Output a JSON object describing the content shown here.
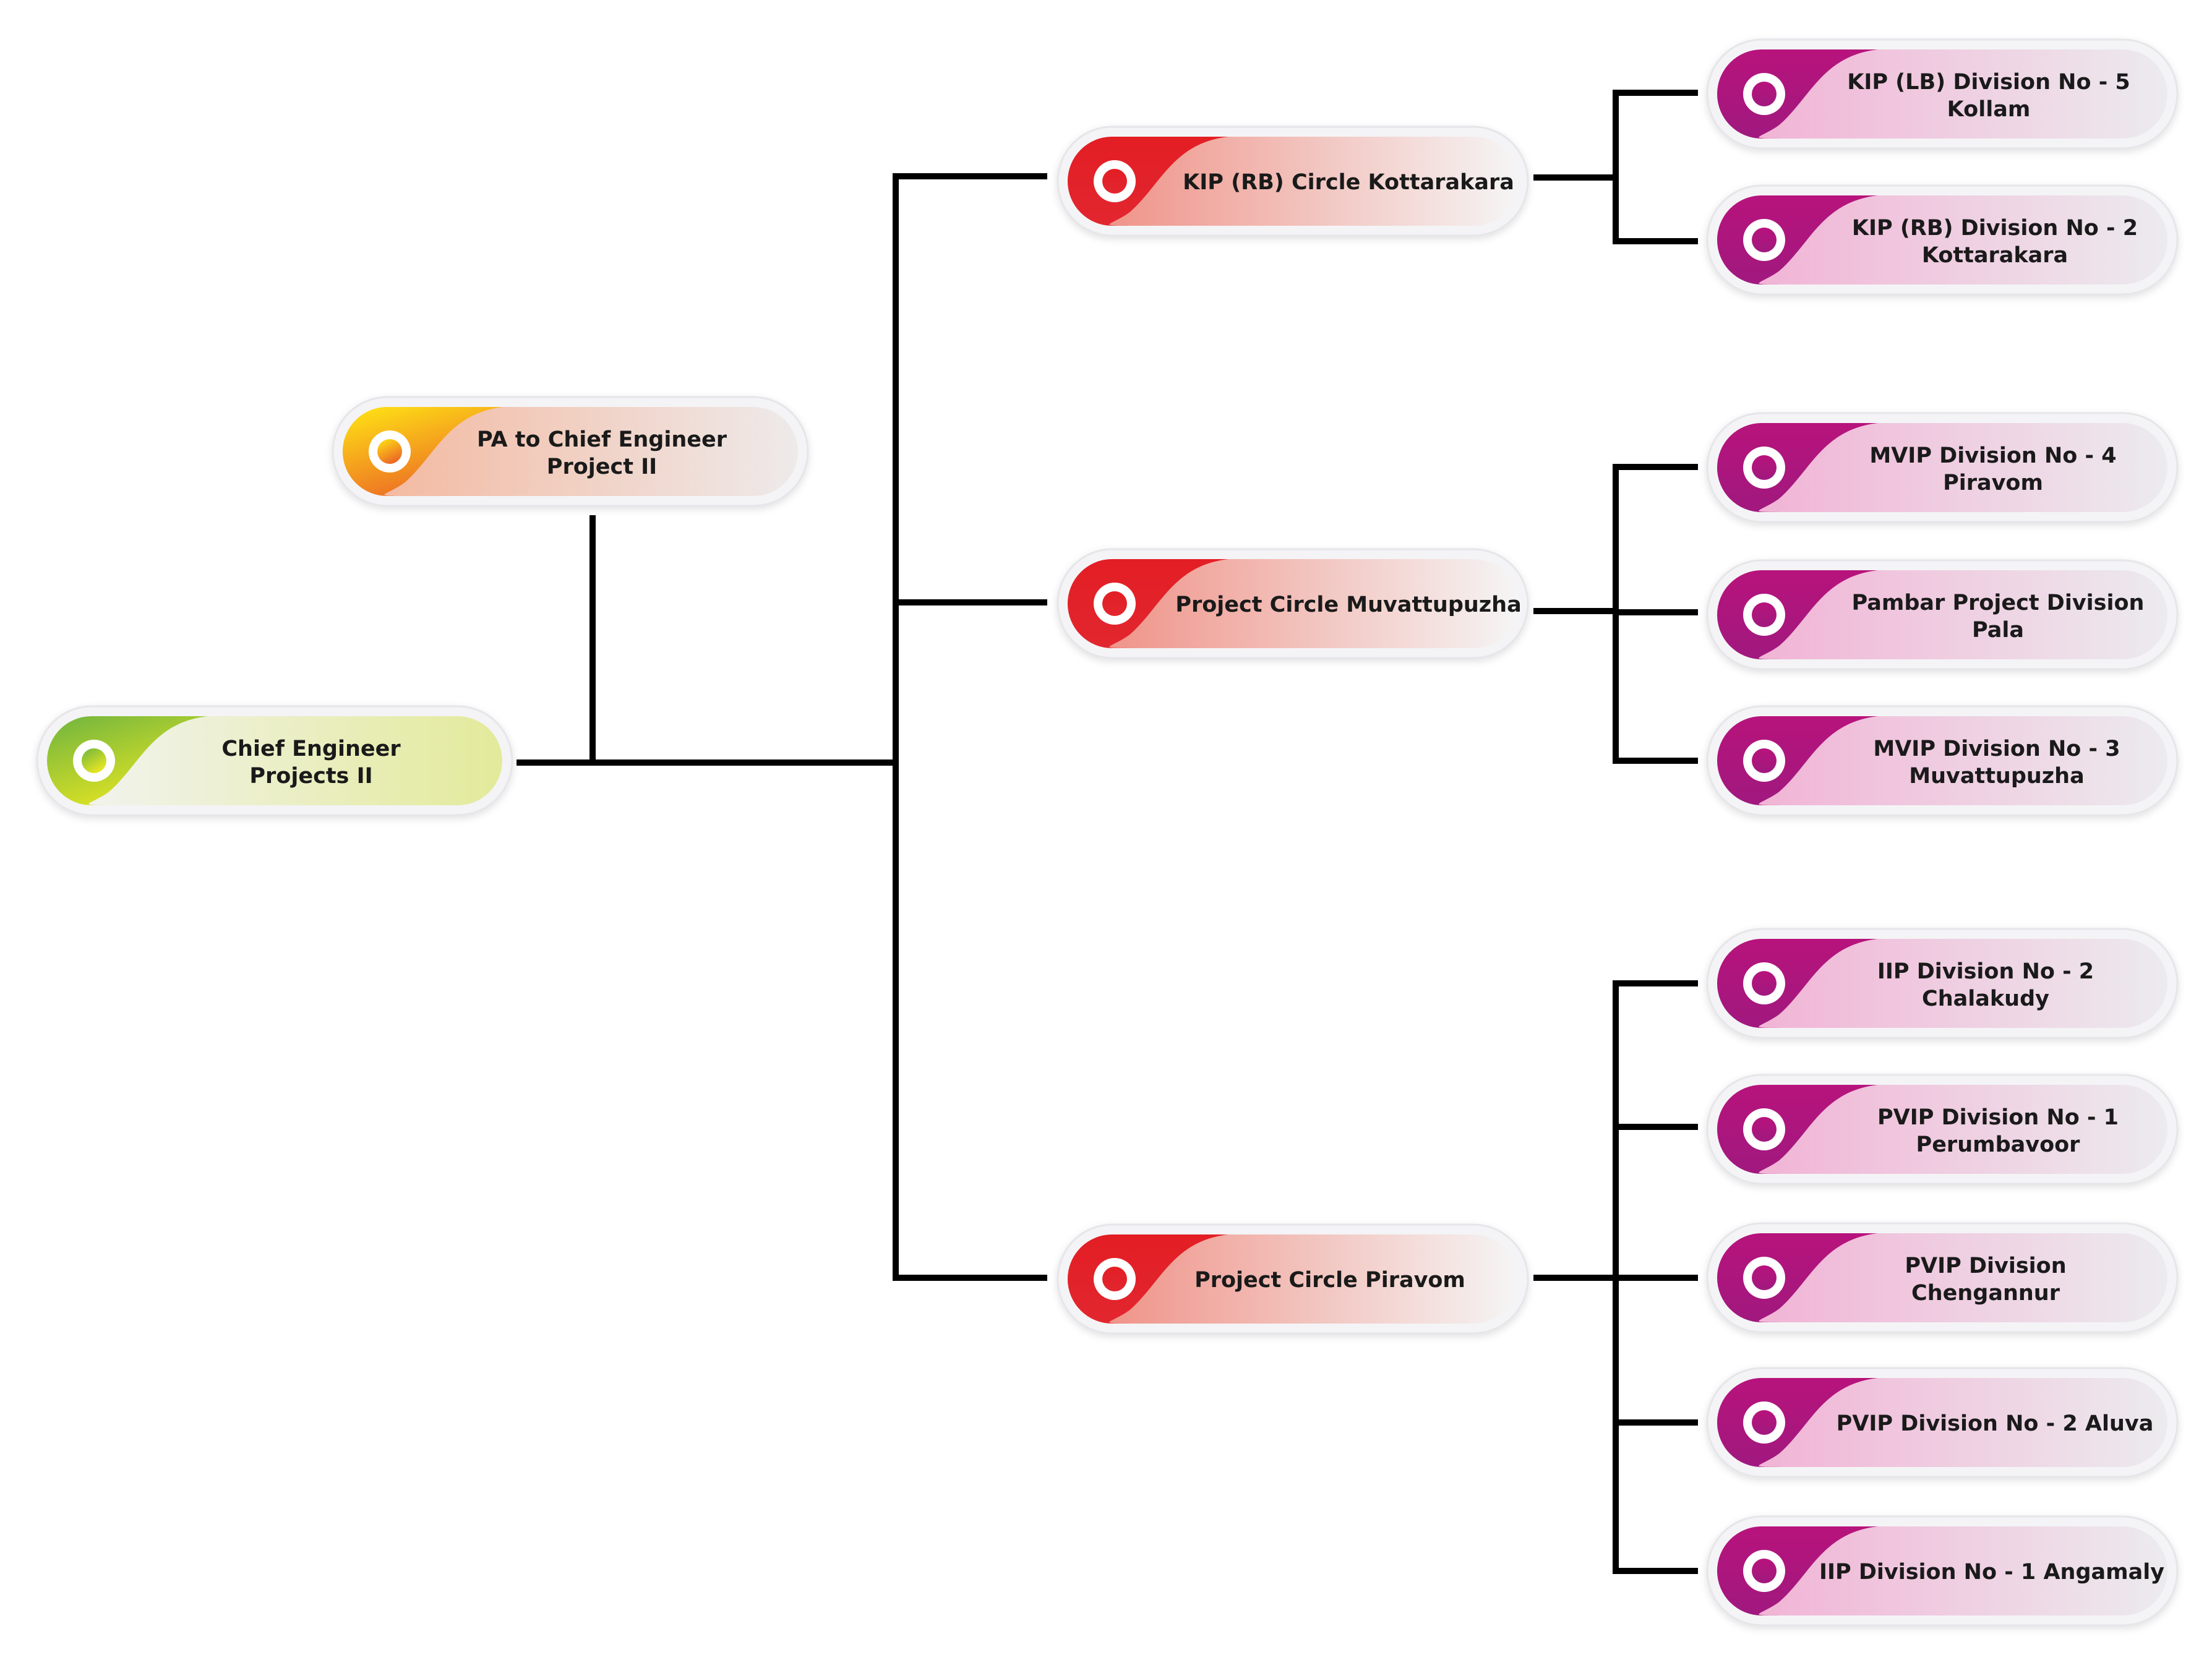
{
  "colors": {
    "line": "#000000",
    "green": "#7cb83a",
    "yellow": "#f3d417",
    "orange": "#ee7222",
    "red": "#e31e24",
    "magenta": "#b0177d",
    "text": "#1a1a1a"
  },
  "nodes": {
    "chief": {
      "line1": "Chief Engineer",
      "line2": "Projects II",
      "icon": "ring-icon"
    },
    "pa": {
      "line1": "PA to Chief Engineer",
      "line2": "Project II",
      "icon": "ring-icon"
    },
    "circle_kottarakara": {
      "line1": "KIP (RB) Circle Kottarakara",
      "icon": "ring-icon"
    },
    "circle_muvattupuzha": {
      "line1": "Project Circle Muvattupuzha",
      "icon": "ring-icon"
    },
    "circle_piravom": {
      "line1": "Project Circle Piravom",
      "icon": "ring-icon"
    },
    "div_kip_lb5": {
      "line1": "KIP (LB) Division No - 5",
      "line2": "Kollam",
      "icon": "ring-icon"
    },
    "div_kip_rb2": {
      "line1": "KIP (RB) Division No - 2",
      "line2": "Kottarakara",
      "icon": "ring-icon"
    },
    "div_mvip4": {
      "line1": "MVIP Division No - 4",
      "line2": "Piravom",
      "icon": "ring-icon"
    },
    "div_pambar": {
      "line1": "Pambar Project Division",
      "line2": "Pala",
      "icon": "ring-icon"
    },
    "div_mvip3": {
      "line1": "MVIP Division No - 3",
      "line2": "Muvattupuzha",
      "icon": "ring-icon"
    },
    "div_iip2": {
      "line1": "IIP Division No - 2",
      "line2": "Chalakudy",
      "icon": "ring-icon"
    },
    "div_pvip1": {
      "line1": "PVIP Division No - 1",
      "line2": "Perumbavoor",
      "icon": "ring-icon"
    },
    "div_pvip_chengannur": {
      "line1": "PVIP Division",
      "line2": "Chengannur",
      "icon": "ring-icon"
    },
    "div_pvip2": {
      "line1": "PVIP Division No - 2 Aluva",
      "icon": "ring-icon"
    },
    "div_iip1": {
      "line1": "IIP Division No - 1 Angamaly",
      "icon": "ring-icon"
    }
  }
}
